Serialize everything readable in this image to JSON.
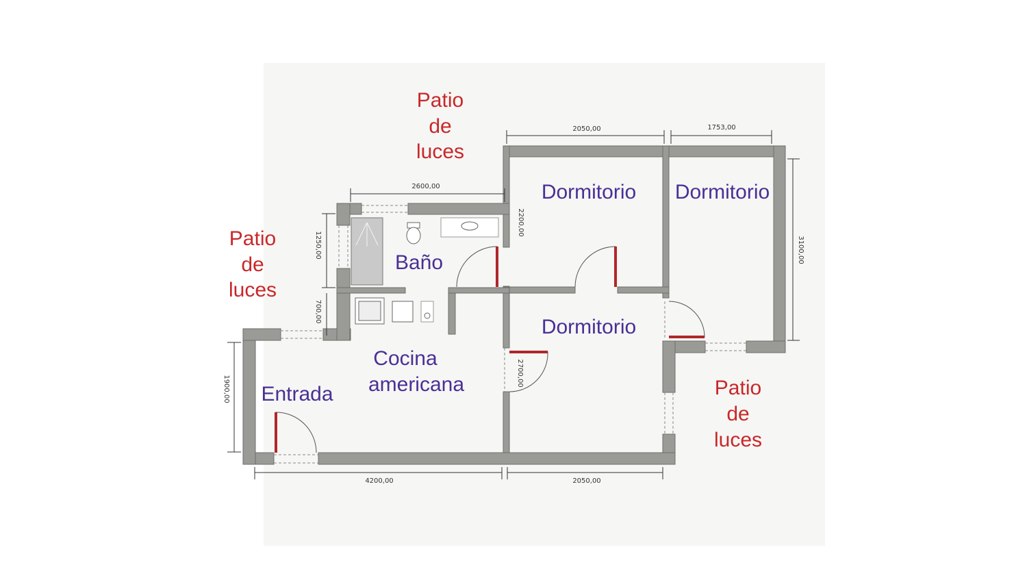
{
  "rooms": {
    "dormitorio_1": "Dormitorio",
    "dormitorio_2": "Dormitorio",
    "dormitorio_3": "Dormitorio",
    "bano": "Baño",
    "cocina_line1": "Cocina",
    "cocina_line2": "americana",
    "entrada": "Entrada"
  },
  "patios": {
    "top": [
      "Patio",
      "de",
      "luces"
    ],
    "left": [
      "Patio",
      "de",
      "luces"
    ],
    "right": [
      "Patio",
      "de",
      "luces"
    ]
  },
  "dimensions": {
    "top_bedroom_1": "2050,00",
    "top_bedroom_2": "1753,00",
    "bathroom_width": "2600,00",
    "bathroom_height": "1250,00",
    "bedroom_height": "2200,00",
    "right_height": "3100,00",
    "kitchen_niche": "700,00",
    "entrance_height": "1900,00",
    "door_bedroom_3": "2700,00",
    "bottom_left": "4200,00",
    "bottom_right": "2050,00"
  },
  "colors": {
    "room_label": "#4a2f96",
    "patio_label": "#c8282a",
    "wall": "#9a9a96",
    "door": "#b0272a"
  }
}
